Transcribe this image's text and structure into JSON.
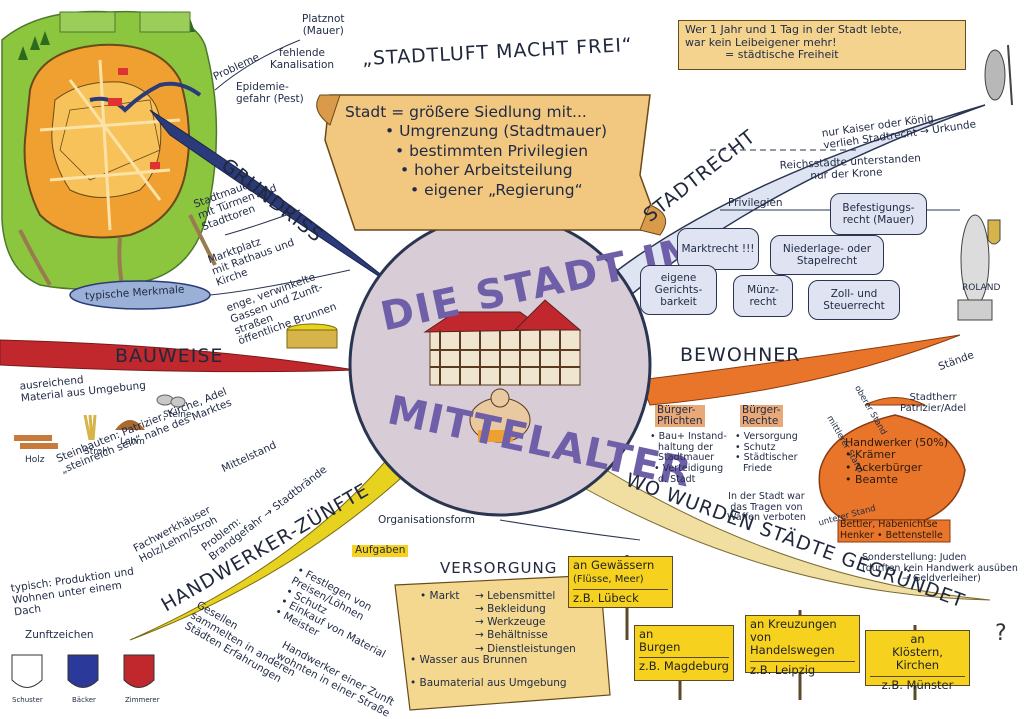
{
  "center": {
    "title_top": "DIE STADT IM",
    "title_bottom": "MITTELALTER"
  },
  "header": {
    "motto": "„STADTLUFT MACHT FREI“",
    "note_line1": "Wer 1 Jahr und 1 Tag in der Stadt lebte,",
    "note_line2": "war kein Leibeigener mehr!",
    "note_line3": "= städtische Freiheit"
  },
  "definition": [
    "Stadt = größere Siedlung mit...",
    "• Umgrenzung (Stadtmauer)",
    "• bestimmten Privilegien",
    "• hoher Arbeitsteilung",
    "• eigener „Regierung“"
  ],
  "branches": {
    "grundriss": "GRUNDRISS",
    "stadtrecht": "STADTRECHT",
    "bauweise": "BAUWEISE",
    "bewohner": "BEWOHNER",
    "handwerker": "HANDWERKER-ZÜNFTE",
    "staedte": "WO WURDEN STÄDTE GEGRÜNDET"
  },
  "grundriss": {
    "probleme": "Probleme",
    "platznot": [
      "Platznot",
      "(Mauer)"
    ],
    "kanalisation": [
      "fehlende",
      "Kanalisation"
    ],
    "epidemie": [
      "Epidemie-",
      "gefahr (Pest)"
    ],
    "stadtmauer": [
      "Stadtmauer",
      "mit Türmen und",
      "Stadttoren"
    ],
    "marktplatz": [
      "Marktplatz",
      "mit Rathaus und",
      "Kirche"
    ],
    "gassen": [
      "enge, verwinkelte",
      "Gassen und Zunft-",
      "straßen",
      "öffentliche Brunnen"
    ],
    "merkmale": "typische Merkmale"
  },
  "stadtrecht": {
    "kaiser": [
      "nur Kaiser oder König",
      "verlieh Stadtrecht → Urkunde"
    ],
    "reich": [
      "Reichsstädte unterstanden",
      "nur der Krone"
    ],
    "privilegien": "Privilegien",
    "rights": [
      "Befestigungs-recht (Mauer)",
      "Marktrecht !!!",
      "Niederlage- oder Stapelrecht",
      "eigene Gerichts-barkeit",
      "Münz-recht",
      "Zoll- und Steuerrecht"
    ],
    "roland": "ROLAND"
  },
  "bauweise": {
    "material": [
      "ausreichend",
      "Material aus Umgebung"
    ],
    "items": [
      "Holz",
      "Stroh",
      "Lehm",
      "Steine"
    ],
    "steinbauten": [
      "Steinbauten: Patrizier, Kirche, Adel",
      "„steinreich sein“  nahe des Marktes"
    ],
    "mittelstand": "Mittelstand",
    "fachwerk": [
      "Fachwerkhäuser",
      "Holz/Lehm/Stroh"
    ],
    "brand": [
      "Problem:",
      "Brandgefahr → Stadtbrände"
    ]
  },
  "handwerk": {
    "produktion": [
      "typisch: Produktion und",
      "Wohnen unter einem",
      "Dach"
    ],
    "zunftzeichen": "Zunftzeichen",
    "shields": [
      "Schuster",
      "Bäcker",
      "Zimmerer"
    ],
    "gesellen": [
      "Gesellen",
      "sammelten in anderen",
      "Städten Erfahrungen"
    ],
    "organisation": "Organisationsform",
    "aufgaben": "Aufgaben",
    "tasks": [
      "• Festlegen von",
      "  Preisen/Löhnen",
      "• Schutz",
      "• Einkauf von Material",
      "• Meister"
    ],
    "meister": [
      "Handwerker einer Zunft",
      "wohnten in einer Straße"
    ]
  },
  "versorgung": {
    "title": "VERSORGUNG",
    "markt": "• Markt",
    "goods": [
      "→ Lebensmittel",
      "→ Bekleidung",
      "→ Werkzeuge",
      "→ Behältnisse",
      "→ Dienstleistungen"
    ],
    "wasser": "• Wasser aus Brunnen",
    "baumaterial": "• Baumaterial aus Umgebung"
  },
  "bewohner": {
    "staende": "Stände",
    "pflichten_title": [
      "Bürger-",
      "Pflichten"
    ],
    "pflichten": [
      "• Bau+ Instand-",
      "haltung der",
      "Stadtmauer",
      "• Verteidigung",
      "d. Stadt"
    ],
    "rechte_title": [
      "Bürger-",
      "Rechte"
    ],
    "rechte": [
      "• Versorgung",
      "• Schutz",
      "• Städtischer",
      "Friede"
    ],
    "waffen": [
      "In der Stadt war",
      "das Tragen von",
      "Waffen verboten"
    ],
    "oberstand": [
      "Stadtherr",
      "Patrizier/Adel"
    ],
    "oberer": "oberer Stand",
    "mittlerer": "mittlerer Stand",
    "unterer": "unterer Stand",
    "mittel": [
      "Handwerker (50%)",
      "• Krämer",
      "• Ackerbürger",
      "• Beamte"
    ],
    "unter": [
      "Bettler, Habenichtse",
      "Henker • Bettenstelle"
    ],
    "juden": [
      "Sonderstellung: Juden",
      "(durften kein Handwerk ausüben",
      "→ Geldverleiher)"
    ]
  },
  "signs": [
    {
      "text": "an Gewässern",
      "sub": "(Flüsse, Meer)",
      "example": "z.B. Lübeck"
    },
    {
      "text": "an",
      "sub": "Burgen",
      "example": "z.B. Magdeburg"
    },
    {
      "text": "an Kreuzungen",
      "sub": "von Handelswegen",
      "example": "z.B. Leipzig"
    },
    {
      "text": "an",
      "sub": "Klöstern, Kirchen",
      "example": "z.B. Münster"
    }
  ]
}
